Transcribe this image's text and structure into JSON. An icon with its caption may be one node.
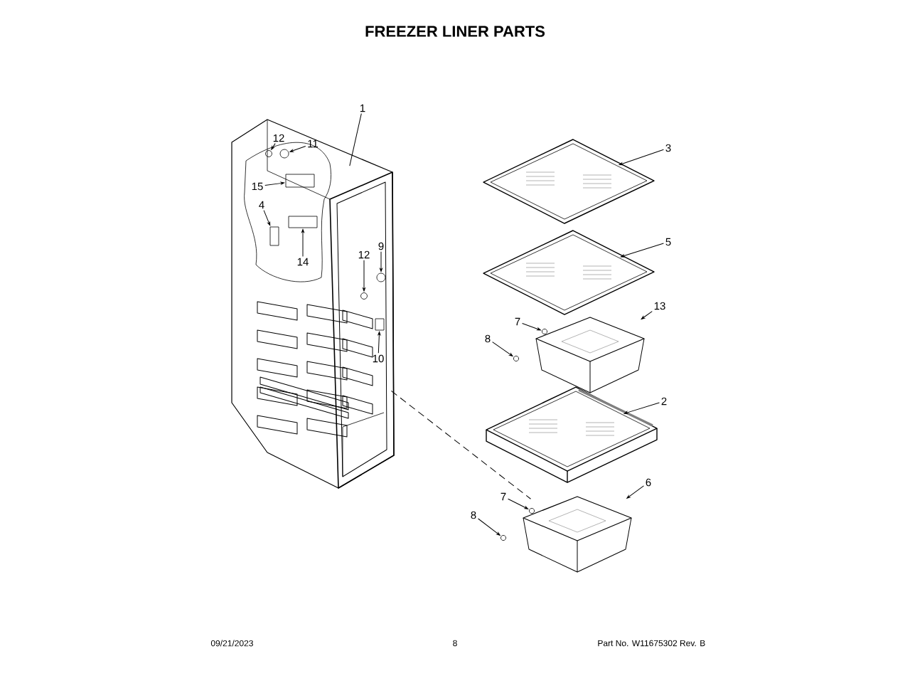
{
  "diagram": {
    "title": "FREEZER LINER PARTS",
    "nodes": [
      {
        "text": [
          "1"
        ]
      },
      {
        "text": [
          "12"
        ],
        "in": 18
      },
      {
        "text": [
          "11"
        ],
        "in": 18
      },
      {
        "text": [
          "15"
        ],
        "in": 18
      },
      {
        "text": [
          "4"
        ],
        "in": 18
      },
      {
        "text": [
          "14"
        ],
        "in": 18
      },
      {
        "text": [
          "9"
        ],
        "in": 18
      },
      {
        "text": [
          "12"
        ],
        "in": 18
      },
      {
        "text": [
          "10"
        ],
        "in": 18
      },
      {
        "text": [
          "3"
        ]
      },
      {
        "text": [
          "5"
        ]
      },
      {
        "text": [
          "7"
        ]
      },
      {
        "text": [
          "13"
        ]
      },
      {
        "text": [
          "8"
        ]
      },
      {
        "text": [
          "2"
        ]
      },
      {
        "text": [
          "6"
        ]
      },
      {
        "text": [
          "7"
        ]
      },
      {
        "text": [
          "8"
        ]
      },
      {
        "text": [],
        "shape": "picture"
      },
      {
        "text": [],
        "shape": "circle",
        "in": 18
      },
      {
        "text": [],
        "shape": "circle",
        "in": 18
      },
      {
        "text": [],
        "shape": "box",
        "in": 18
      },
      {
        "text": [],
        "shape": "box",
        "in": 18
      },
      {
        "text": [],
        "shape": "box",
        "in": 18
      },
      {
        "text": [],
        "shape": "circle",
        "in": 18
      },
      {
        "text": [],
        "shape": "circle",
        "in": 18
      },
      {
        "text": [],
        "shape": "box",
        "in": 18
      },
      {
        "text": [],
        "shape": "picture"
      },
      {
        "text": [],
        "shape": "picture"
      },
      {
        "text": [],
        "shape": "circle"
      },
      {
        "text": [],
        "shape": "picture"
      },
      {
        "text": [],
        "shape": "circle"
      },
      {
        "text": [],
        "shape": "picture"
      },
      {
        "text": [],
        "shape": "picture"
      },
      {
        "text": [],
        "shape": "circle"
      },
      {
        "text": [],
        "shape": "circle"
      }
    ],
    "edges": [
      {
        "from": 0,
        "to": 18,
        "arrow": "none"
      },
      {
        "from": 1,
        "to": 19,
        "arrow": "to"
      },
      {
        "from": 2,
        "to": 20,
        "arrow": "to"
      },
      {
        "from": 3,
        "to": 21,
        "arrow": "to"
      },
      {
        "from": 4,
        "to": 22,
        "arrow": "to"
      },
      {
        "from": 5,
        "to": 23,
        "arrow": "to"
      },
      {
        "from": 6,
        "to": 24,
        "arrow": "to"
      },
      {
        "from": 7,
        "to": 25,
        "arrow": "to"
      },
      {
        "from": 8,
        "to": 26,
        "arrow": "to"
      },
      {
        "from": 9,
        "to": 27,
        "arrow": "to"
      },
      {
        "from": 10,
        "to": 28,
        "arrow": "to"
      },
      {
        "from": 11,
        "to": 29,
        "arrow": "to"
      },
      {
        "from": 12,
        "to": 30,
        "arrow": "to"
      },
      {
        "from": 13,
        "to": 31,
        "arrow": "to"
      },
      {
        "from": 14,
        "to": 32,
        "arrow": "to"
      },
      {
        "from": 15,
        "to": 33,
        "arrow": "to"
      },
      {
        "from": 16,
        "to": 34,
        "arrow": "to"
      },
      {
        "from": 17,
        "to": 35,
        "arrow": "to"
      },
      {
        "from": 18,
        "to": 33,
        "arrow": "none",
        "style": "dashed"
      }
    ],
    "labels": [
      "09/21/2023",
      "8",
      "Part No. W11675302  Rev. B"
    ]
  }
}
